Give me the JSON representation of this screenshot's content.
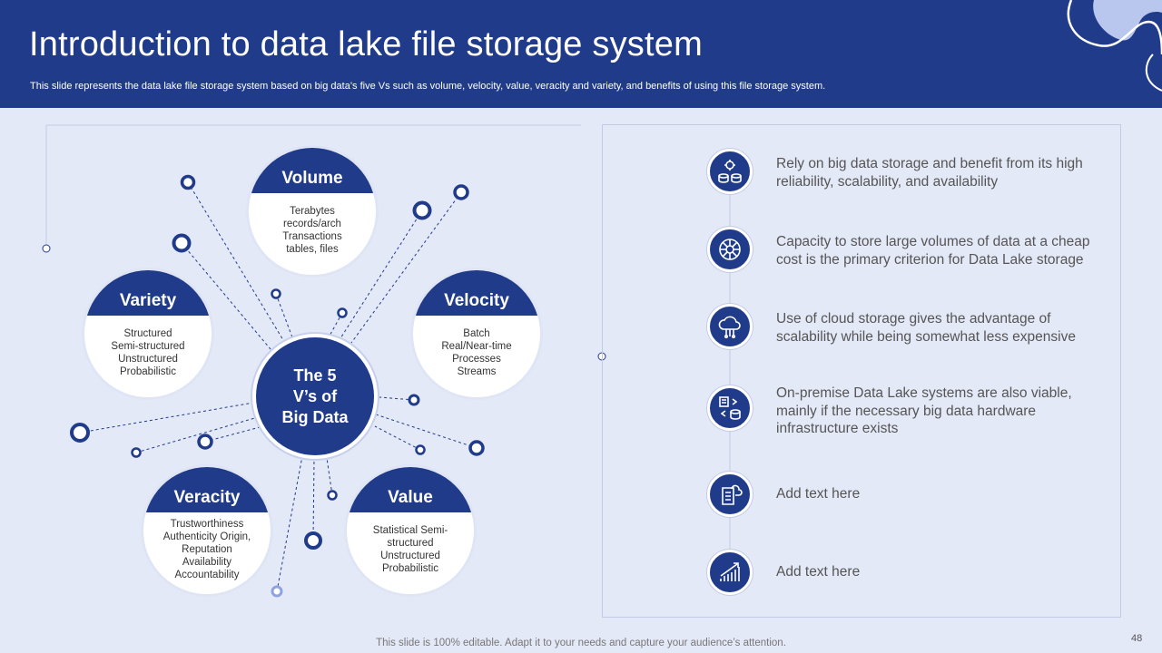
{
  "header": {
    "title": "Introduction to data lake file storage system",
    "subtitle": "This slide represents the data lake file storage system based on big data’s five Vs such as volume, velocity,  value, veracity  and variety,  and benefits of using this file storage system."
  },
  "center": {
    "label": "The 5\nV’s of\nBig Data"
  },
  "vs": [
    {
      "title": "Volume",
      "items": "Terabytes\nrecords/arch\nTransactions\ntables, files"
    },
    {
      "title": "Variety",
      "items": "Structured\nSemi-structured\nUnstructured\nProbabilistic"
    },
    {
      "title": "Velocity",
      "items": "Batch\nReal/Near-time\nProcesses\nStreams"
    },
    {
      "title": "Veracity",
      "items": "Trustworthiness\nAuthenticity Origin,\nReputation\nAvailability\nAccountability"
    },
    {
      "title": "Value",
      "items": "Statistical Semi-\nstructured\nUnstructured\nProbabilistic"
    }
  ],
  "benefits": [
    {
      "icon": "data-storage-gear-icon",
      "text": "Rely on big data storage and benefit from its high reliability, scalability, and availability"
    },
    {
      "icon": "data-capacity-icon",
      "text": "Capacity to store large volumes  of data at a cheap cost is the primary criterion for Data Lake storage"
    },
    {
      "icon": "cloud-storage-icon",
      "text": "Use of cloud storage gives the advantage  of scalability while being somewhat  less expensive"
    },
    {
      "icon": "on-premise-database-icon",
      "text": "On-premise Data Lake systems are also viable, mainly if the necessary big data hardware infrastructure  exists"
    },
    {
      "icon": "cloud-document-icon",
      "text": "Add text here"
    },
    {
      "icon": "growth-chart-icon",
      "text": "Add text here"
    }
  ],
  "footer": {
    "note": "This slide is 100% editable. Adapt it to your needs and capture your audience’s attention.",
    "page": "48"
  },
  "colors": {
    "primary": "#1f3b8a",
    "background": "#e4e9f7",
    "accent_light": "#8fa3e0"
  }
}
